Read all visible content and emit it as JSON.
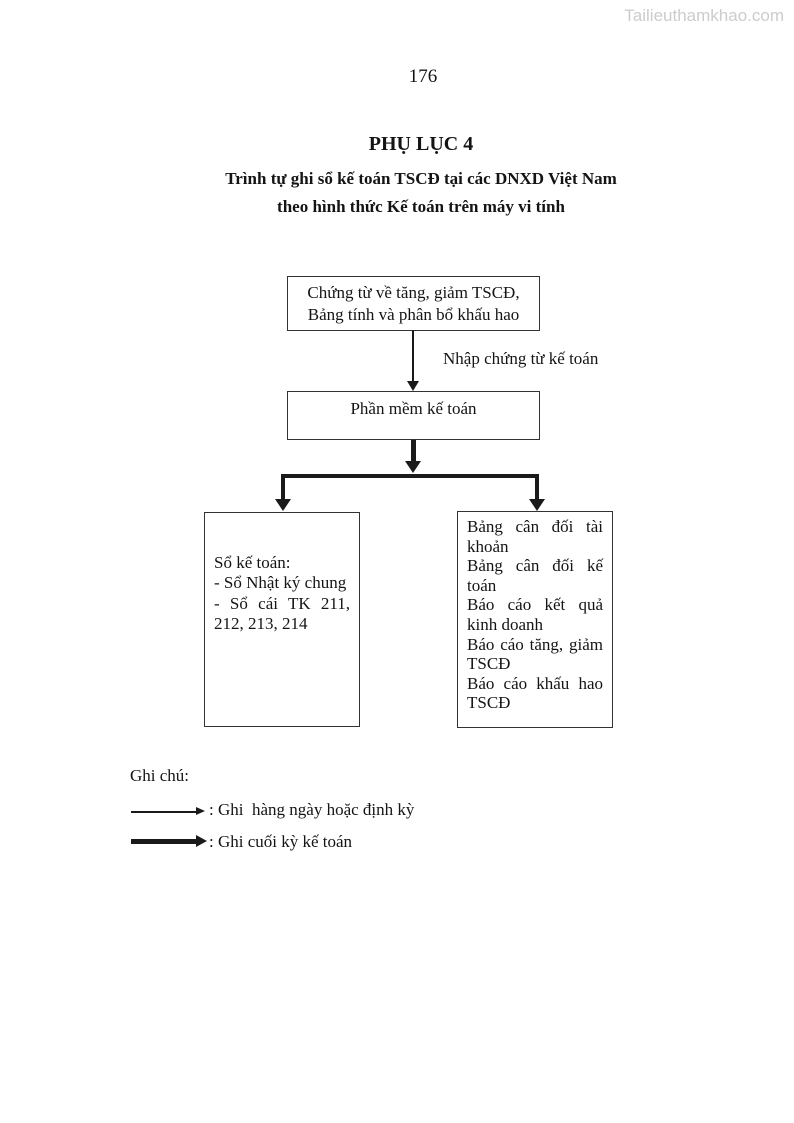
{
  "watermark": "Tailieuthamkhao.com",
  "page_number": "176",
  "header": {
    "title": "PHỤ LỤC 4",
    "subtitle_line1": "Trình tự ghi sổ kế toán TSCĐ tại các DNXD Việt Nam",
    "subtitle_line2": "theo hình thức Kế toán trên máy vi tính"
  },
  "flowchart": {
    "box_documents": {
      "line1": "Chứng từ về tăng, giảm TSCĐ,",
      "line2": "Bảng tính và phân bổ khấu hao"
    },
    "arrow_label": "Nhập chứng từ kế toán",
    "box_software": "Phần mềm kế toán",
    "box_ledgers": {
      "paragraphs": [
        "Sổ kế toán:",
        "- Sổ Nhật ký chung",
        "- Sổ cái TK 211, 212, 213, 214"
      ]
    },
    "box_reports": {
      "paragraphs": [
        "Bảng cân đối tài khoản",
        "Bảng cân đối kế toán",
        "Báo cáo kết quả kinh doanh",
        "Báo cáo tăng, giảm TSCĐ",
        "Báo cáo khấu hao TSCĐ"
      ]
    }
  },
  "legend": {
    "heading": "Ghi chú:",
    "daily_label": ": Ghi  hàng ngày hoặc định kỳ",
    "period_end_label": ": Ghi cuối kỳ kế toán"
  },
  "colors": {
    "text": "#141414",
    "line": "#1a1a1a",
    "watermark": "#cccccc",
    "background": "#ffffff"
  }
}
